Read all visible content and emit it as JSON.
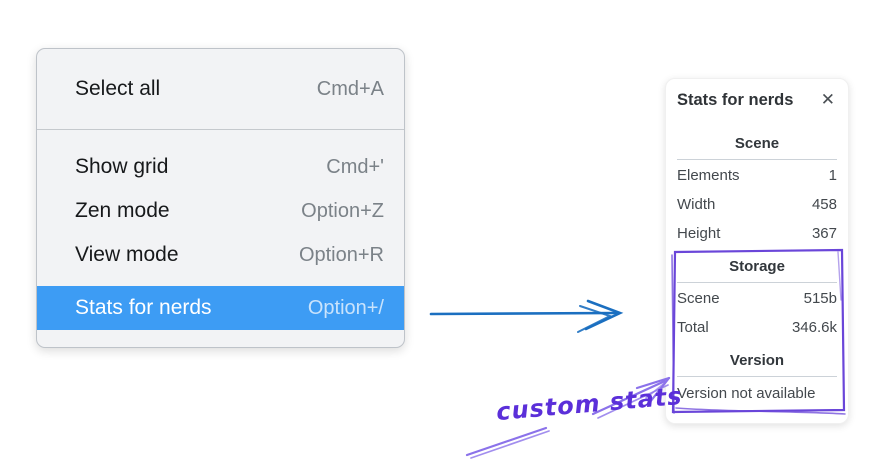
{
  "menu": {
    "items": [
      {
        "label": "Select all",
        "shortcut": "Cmd+A",
        "selected": false
      },
      {
        "label": "Show grid",
        "shortcut": "Cmd+'",
        "selected": false
      },
      {
        "label": "Zen mode",
        "shortcut": "Option+Z",
        "selected": false
      },
      {
        "label": "View mode",
        "shortcut": "Option+R",
        "selected": false
      },
      {
        "label": "Stats for nerds",
        "shortcut": "Option+/",
        "selected": true
      }
    ],
    "selected_bg": "#3d9cf4"
  },
  "stats_panel": {
    "title": "Stats for nerds",
    "close_icon": "✕",
    "scene": {
      "heading": "Scene",
      "rows": [
        {
          "label": "Elements",
          "value": "1"
        },
        {
          "label": "Width",
          "value": "458"
        },
        {
          "label": "Height",
          "value": "367"
        }
      ]
    },
    "storage": {
      "heading": "Storage",
      "rows": [
        {
          "label": "Scene",
          "value": "515b"
        },
        {
          "label": "Total",
          "value": "346.6k"
        }
      ]
    },
    "version": {
      "heading": "Version",
      "note": "Version not available"
    }
  },
  "annotations": {
    "custom_stats_label": "custom stats",
    "text_color": "#5b2fd9",
    "sketch_color": "#8b72ea",
    "box_color": "#6a46d9",
    "flow_arrow_color": "#1b6fc0"
  }
}
